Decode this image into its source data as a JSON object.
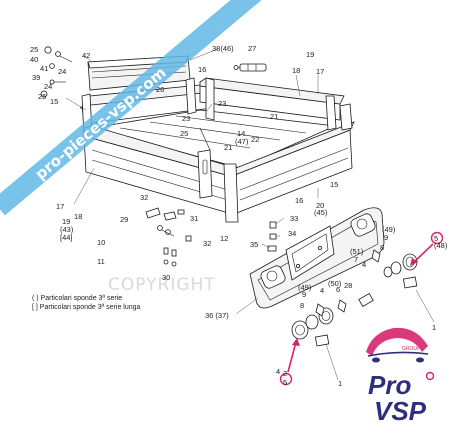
{
  "diagram": {
    "copyright": "COPYRIGHT",
    "watermark": "pro-pieces-vsp.com",
    "notes": [
      "( ) Particolari sponde 3ª serie",
      "[ ] Particolari sponde 3ª serie lunga"
    ],
    "labels": {
      "l25a": "25",
      "l42": "42",
      "l40": "40",
      "l41": "41",
      "l24a": "24",
      "l39": "39",
      "l24b": "24",
      "l25b": "25",
      "l15a": "15",
      "l38": "38(46)",
      "l27": "27",
      "l19a": "19",
      "l18a": "18",
      "l17a": "17",
      "l16a": "16",
      "l26": "26",
      "l23a": "23",
      "l23b": "23",
      "l25c": "25",
      "l21a": "21",
      "l14": "14",
      "l47": "(47)",
      "l22": "22",
      "l21b": "21",
      "l17b": "17",
      "l18b": "18",
      "l19b": "19",
      "l43": "(43)",
      "l44": "[44]",
      "l32a": "32",
      "l29": "29",
      "l31": "31",
      "l10": "10",
      "l11": "11",
      "l32b": "32",
      "l12": "12",
      "l30": "30",
      "l16b": "16",
      "l15b": "15",
      "l20": "20",
      "l45": "(45)",
      "l33": "33",
      "l34": "34",
      "l35": "35",
      "l49a": "(49)",
      "l9a": "9",
      "l8a": "8",
      "l51": "(51)",
      "l7": "7",
      "l4a": "4",
      "l5a": "5",
      "l48": "(48)",
      "l49b": "(49)",
      "l9b": "9",
      "l8b": "8",
      "l4b": "4",
      "l6": "6",
      "l50": "(50)",
      "l28": "28",
      "l36": "36 (37)",
      "l1a": "1",
      "l2": "2",
      "l4c": "4",
      "l5b": "5",
      "l1b": "1"
    }
  },
  "brand": {
    "name_pro": "Pro",
    "name_vsp": "VSP",
    "tag": "GROUP",
    "color_primary": "#2d2f7a",
    "color_accent": "#d6246e"
  },
  "colors": {
    "highlight": "#d6246e",
    "watermark_band": "#62b7e6"
  }
}
